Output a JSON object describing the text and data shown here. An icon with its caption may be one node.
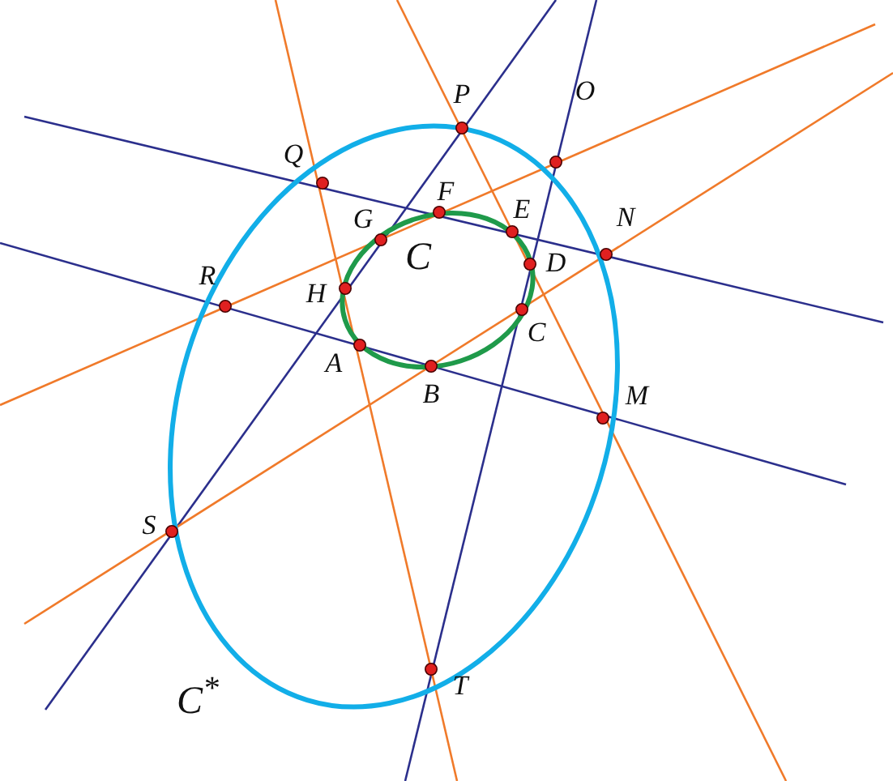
{
  "diagram": {
    "labels": [
      "P",
      "O",
      "Q",
      "F",
      "E",
      "N",
      "G",
      "C",
      "D",
      "R",
      "H",
      "C",
      "A",
      "B",
      "M",
      "S",
      "C$^{*}$",
      "T"
    ]
  }
}
